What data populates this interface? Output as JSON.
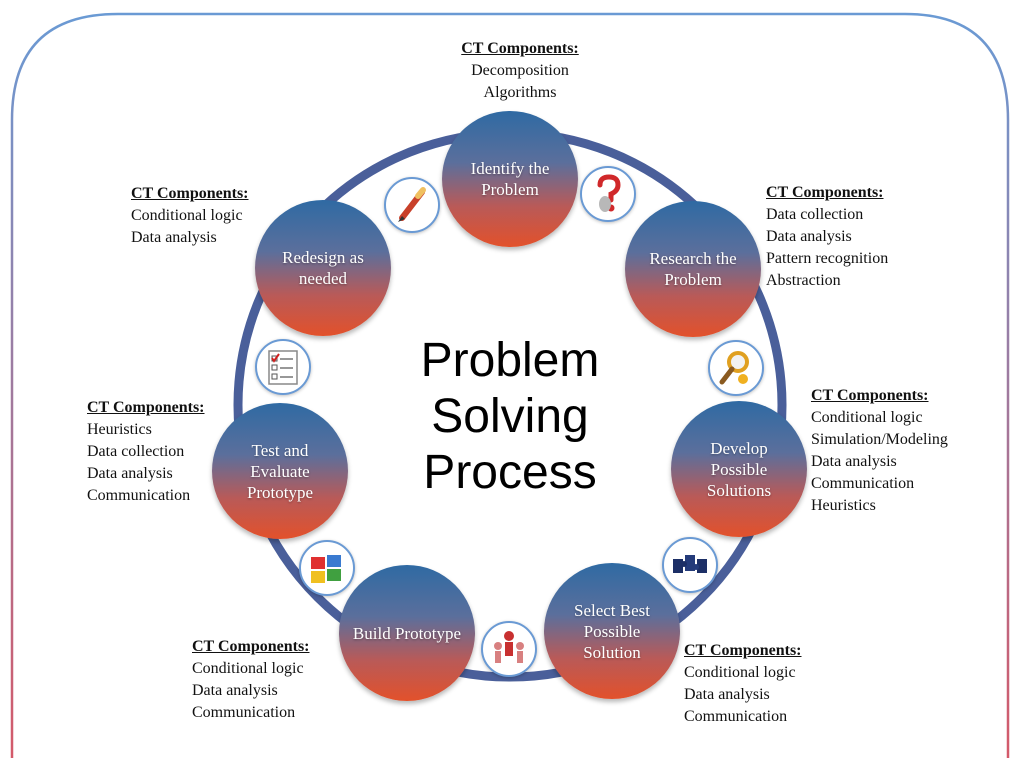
{
  "title": {
    "line1": "Problem",
    "line2": "Solving",
    "line3": "Process"
  },
  "steps": [
    {
      "label": "Identify the Problem"
    },
    {
      "label": "Research the Problem"
    },
    {
      "label": "Develop Possible Solutions"
    },
    {
      "label": "Select Best Possible Solution"
    },
    {
      "label": "Build Prototype"
    },
    {
      "label": "Test and Evaluate Prototype"
    },
    {
      "label": "Redesign as needed"
    }
  ],
  "components": [
    {
      "heading": "CT Components:",
      "items": [
        "Decomposition",
        "Algorithms"
      ]
    },
    {
      "heading": "CT Components:",
      "items": [
        "Data collection",
        "Data analysis",
        "Pattern recognition",
        "Abstraction"
      ]
    },
    {
      "heading": "CT Components:",
      "items": [
        "Conditional logic",
        "Simulation/Modeling",
        "Data analysis",
        "Communication",
        "Heuristics"
      ]
    },
    {
      "heading": "CT Components:",
      "items": [
        "Conditional logic",
        "Data analysis",
        "Communication"
      ]
    },
    {
      "heading": "CT Components:",
      "items": [
        "Conditional logic",
        "Data analysis",
        "Communication"
      ]
    },
    {
      "heading": "CT Components:",
      "items": [
        "Heuristics",
        "Data collection",
        "Data analysis",
        "Communication"
      ]
    },
    {
      "heading": "CT Components:",
      "items": [
        "Conditional logic",
        "Data analysis"
      ]
    }
  ],
  "connectors": [
    {
      "icon": "question-mark-icon"
    },
    {
      "icon": "magnifying-glass-icon"
    },
    {
      "icon": "puzzle-pieces-icon"
    },
    {
      "icon": "people-group-icon"
    },
    {
      "icon": "puzzle-figures-icon"
    },
    {
      "icon": "checklist-icon"
    },
    {
      "icon": "pencil-icon"
    }
  ],
  "colors": {
    "frame_top": "#6a9ad4",
    "frame_bottom": "#d45a6a",
    "circle_top": "#2f6aa3",
    "circle_bottom": "#e2512b",
    "ring": "#4a5f9a"
  }
}
